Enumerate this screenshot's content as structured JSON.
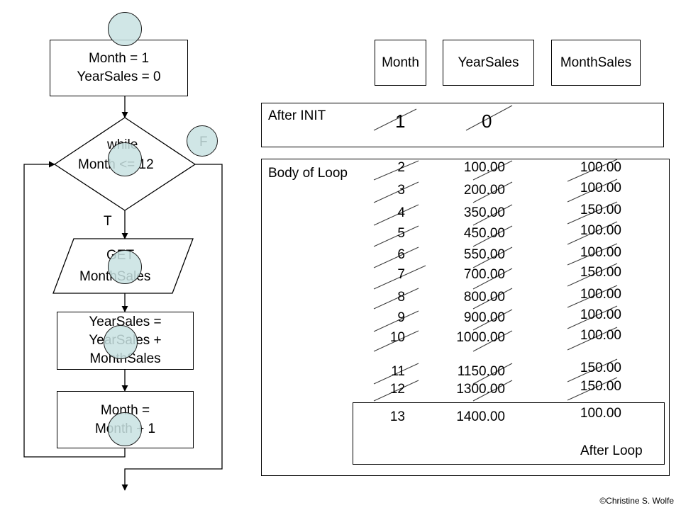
{
  "flowchart": {
    "init_lines": [
      "Month = 1",
      "YearSales = 0"
    ],
    "decision_lines": [
      "while",
      "Month <= 12"
    ],
    "true_label": "T",
    "false_label": "F",
    "input_lines": [
      "GET",
      "MonthSales"
    ],
    "process_lines": [
      "YearSales =",
      "YearSales +",
      "MonthSales"
    ],
    "increment_lines": [
      "Month =",
      "Month + 1"
    ]
  },
  "trace": {
    "headers": [
      "Month",
      "YearSales",
      "MonthSales"
    ],
    "after_init_label": "After INIT",
    "init_values": {
      "month": "1",
      "year_sales": "0"
    },
    "body_label": "Body of Loop",
    "rows": [
      {
        "month": "2",
        "year_sales": "100.00",
        "month_sales": "100.00"
      },
      {
        "month": "3",
        "year_sales": "200.00",
        "month_sales": "100.00"
      },
      {
        "month": "4",
        "year_sales": "350.00",
        "month_sales": "150.00"
      },
      {
        "month": "5",
        "year_sales": "450.00",
        "month_sales": "100.00"
      },
      {
        "month": "6",
        "year_sales": "550.00",
        "month_sales": "100.00"
      },
      {
        "month": "7",
        "year_sales": "700.00",
        "month_sales": "150.00"
      },
      {
        "month": "8",
        "year_sales": "800.00",
        "month_sales": "100.00"
      },
      {
        "month": "9",
        "year_sales": "900.00",
        "month_sales": "100.00"
      },
      {
        "month": "10",
        "year_sales": "1000.00",
        "month_sales": "100.00"
      },
      {
        "month": "11",
        "year_sales": "1150.00",
        "month_sales": "150.00"
      },
      {
        "month": "12",
        "year_sales": "1300.00",
        "month_sales": "150.00"
      }
    ],
    "final_row": {
      "month": "13",
      "year_sales": "1400.00",
      "month_sales": "100.00"
    },
    "after_loop_label": "After Loop"
  },
  "credit": "©Christine S. Wolfe"
}
